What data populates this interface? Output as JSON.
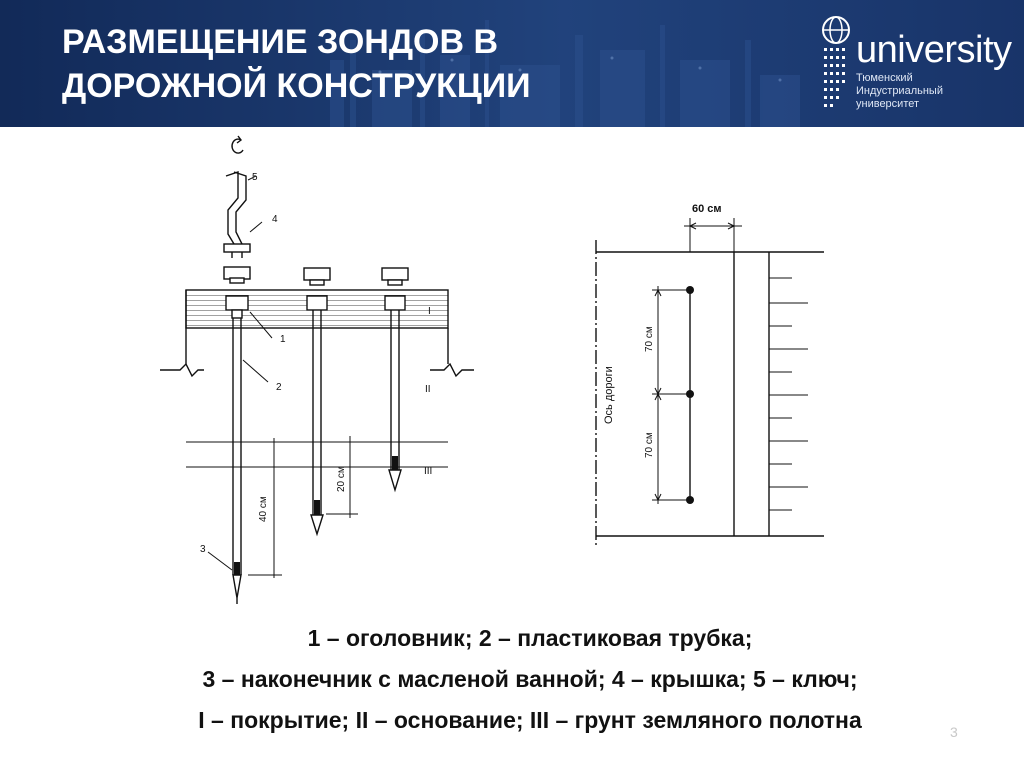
{
  "slide": {
    "title_line1": "РАЗМЕЩЕНИЕ ЗОНДОВ В",
    "title_line2": "ДОРОЖНОЙ КОНСТРУКЦИИ",
    "page_number": "3"
  },
  "logo": {
    "word": "university",
    "sub1": "Тюменский",
    "sub2": "Индустриальный",
    "sub3": "университет"
  },
  "left_figure": {
    "label_5": "5",
    "label_4": "4",
    "label_1": "1",
    "label_2": "2",
    "label_3": "3",
    "layer_I": "I",
    "layer_II": "II",
    "layer_III": "III",
    "dim_40": "40 см",
    "dim_20": "20 см"
  },
  "right_figure": {
    "dim_60": "60 см",
    "dim_70a": "70 см",
    "dim_70b": "70 см",
    "axis_label": "Ось дороги"
  },
  "caption": {
    "line1": "1 – оголовник; 2 – пластиковая трубка;",
    "line2": "3 – наконечник с масленой ванной; 4 – крышка; 5 – ключ;",
    "line3": "I – покрытие; II – основание; III – грунт земляного полотна"
  }
}
